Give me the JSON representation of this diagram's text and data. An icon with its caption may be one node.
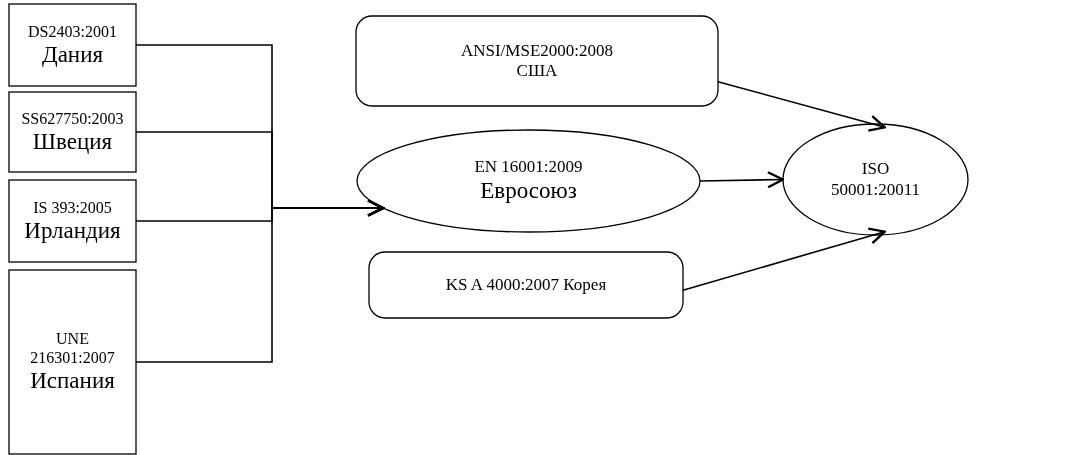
{
  "diagram": {
    "nodes": [
      {
        "text": [
          "DS2403:2001",
          "Дания"
        ]
      },
      {
        "text": [
          "SS627750:2003",
          "Швеция"
        ]
      },
      {
        "text": [
          "IS 393:2005",
          "Ирландия"
        ]
      },
      {
        "text": [
          "UNE 216301:2007",
          "Испания"
        ]
      },
      {
        "text": [
          "ANSI/MSE2000:2008",
          "США"
        ]
      },
      {
        "text": [
          "EN 16001:2009",
          "Евросоюз"
        ]
      },
      {
        "text": [
          "ISO",
          "50001:20011"
        ]
      },
      {
        "text": [
          "KS A 4000:2007 Корея"
        ]
      }
    ],
    "edges": [
      {
        "from": 0,
        "to": 5,
        "arrow": "to"
      },
      {
        "from": 1,
        "to": 5,
        "arrow": "to"
      },
      {
        "from": 2,
        "to": 5,
        "arrow": "to"
      },
      {
        "from": 3,
        "to": 5,
        "arrow": "to"
      },
      {
        "from": 4,
        "to": 6,
        "arrow": "to"
      },
      {
        "from": 5,
        "to": 6,
        "arrow": "to"
      },
      {
        "from": 7,
        "to": 6,
        "arrow": "to"
      }
    ]
  }
}
